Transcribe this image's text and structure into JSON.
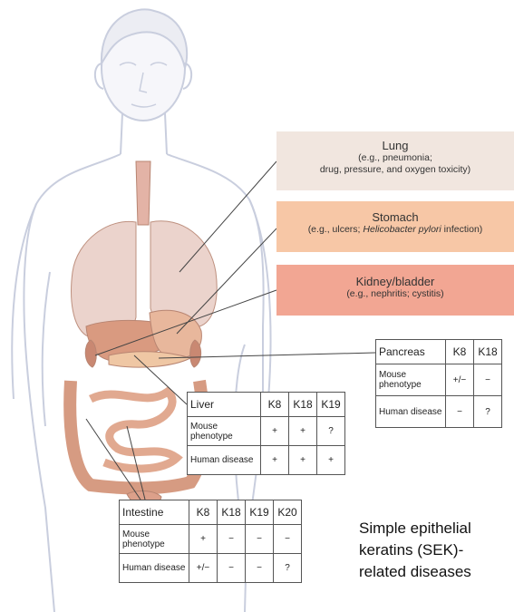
{
  "callouts": {
    "lung": {
      "title": "Lung",
      "line1": "(e.g., pneumonia;",
      "line2": "drug, pressure, and oxygen toxicity)"
    },
    "stomach": {
      "title": "Stomach",
      "prefix": "(e.g., ulcers; ",
      "italic": "Helicobacter pylori",
      "suffix": " infection)"
    },
    "kidney": {
      "title": "Kidney/bladder",
      "line1": "(e.g., nephritis; cystitis)"
    }
  },
  "tables": {
    "pancreas": {
      "organ": "Pancreas",
      "columns": [
        "K8",
        "K18"
      ],
      "rows": [
        {
          "label": "Mouse phenotype",
          "values": [
            "+/−",
            "−"
          ]
        },
        {
          "label": "Human disease",
          "values": [
            "−",
            "?"
          ]
        }
      ]
    },
    "liver": {
      "organ": "Liver",
      "columns": [
        "K8",
        "K18",
        "K19"
      ],
      "rows": [
        {
          "label": "Mouse phenotype",
          "values": [
            "+",
            "+",
            "?"
          ]
        },
        {
          "label": "Human disease",
          "values": [
            "+",
            "+",
            "+"
          ]
        }
      ]
    },
    "intestine": {
      "organ": "Intestine",
      "columns": [
        "K8",
        "K18",
        "K19",
        "K20"
      ],
      "rows": [
        {
          "label": "Mouse phenotype",
          "values": [
            "+",
            "−",
            "−",
            "−"
          ]
        },
        {
          "label": "Human disease",
          "values": [
            "+/−",
            "−",
            "−",
            "?"
          ]
        }
      ]
    }
  },
  "caption": {
    "line1": "Simple epithelial",
    "line2": "keratins (SEK)-",
    "line3": "related diseases"
  },
  "colors": {
    "body_outline": "#c9cede",
    "lung_box": "#f1e6df",
    "stomach_box": "#f7c7a6",
    "kidney_box": "#f2a693",
    "organ": "#e8b79c",
    "intestine": "#dc9a7c"
  }
}
